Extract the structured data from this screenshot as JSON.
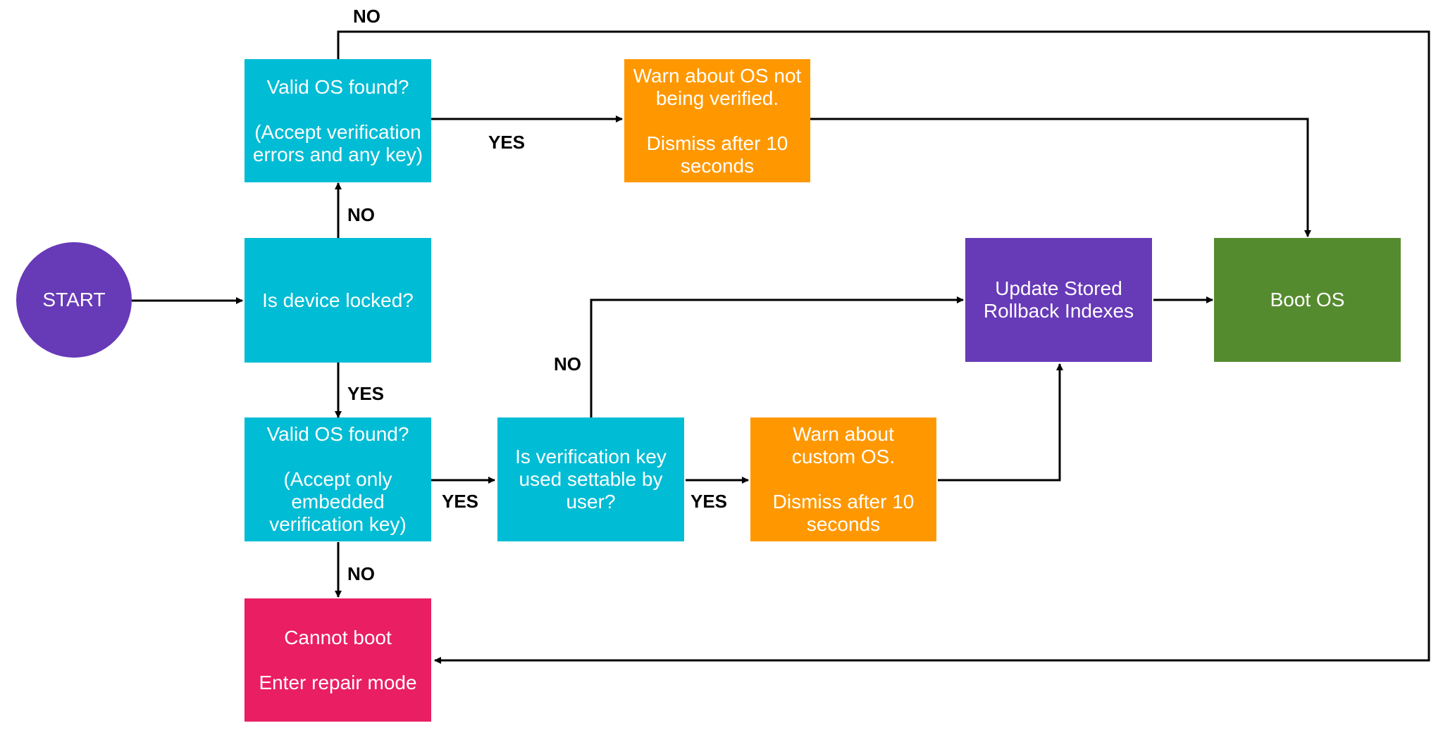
{
  "colors": {
    "start": "#673AB7",
    "decision": "#00BCD4",
    "warning": "#FF9800",
    "update": "#673AB7",
    "boot": "#558B2F",
    "error": "#E91E63",
    "line": "#000000"
  },
  "nodes": {
    "start": {
      "lines": [
        "START"
      ]
    },
    "locked": {
      "lines": [
        "Is device locked?"
      ]
    },
    "valid_any": {
      "lines": [
        "Valid OS found?",
        "",
        "(Accept verification",
        "errors and any key)"
      ]
    },
    "warn_unverified": {
      "lines": [
        "Warn about OS not",
        "being verified.",
        "",
        "Dismiss after 10",
        "seconds"
      ]
    },
    "valid_embedded": {
      "lines": [
        "Valid OS found?",
        "",
        "(Accept only",
        "embedded",
        "verification key)"
      ]
    },
    "key_settable": {
      "lines": [
        "Is verification key",
        "used settable by",
        "user?"
      ]
    },
    "warn_custom": {
      "lines": [
        "Warn about",
        "custom OS.",
        "",
        "Dismiss after 10",
        "seconds"
      ]
    },
    "update_indexes": {
      "lines": [
        "Update Stored",
        "Rollback Indexes"
      ]
    },
    "boot_os": {
      "lines": [
        "Boot OS"
      ]
    },
    "cannot_boot": {
      "lines": [
        "Cannot boot",
        "",
        "Enter repair mode"
      ]
    }
  },
  "edge_labels": {
    "top_no": "NO",
    "locked_no": "NO",
    "yes_warn": "YES",
    "locked_yes": "YES",
    "settable_no": "NO",
    "valid_yes": "YES",
    "settable_yes": "YES",
    "embedded_no": "NO"
  }
}
